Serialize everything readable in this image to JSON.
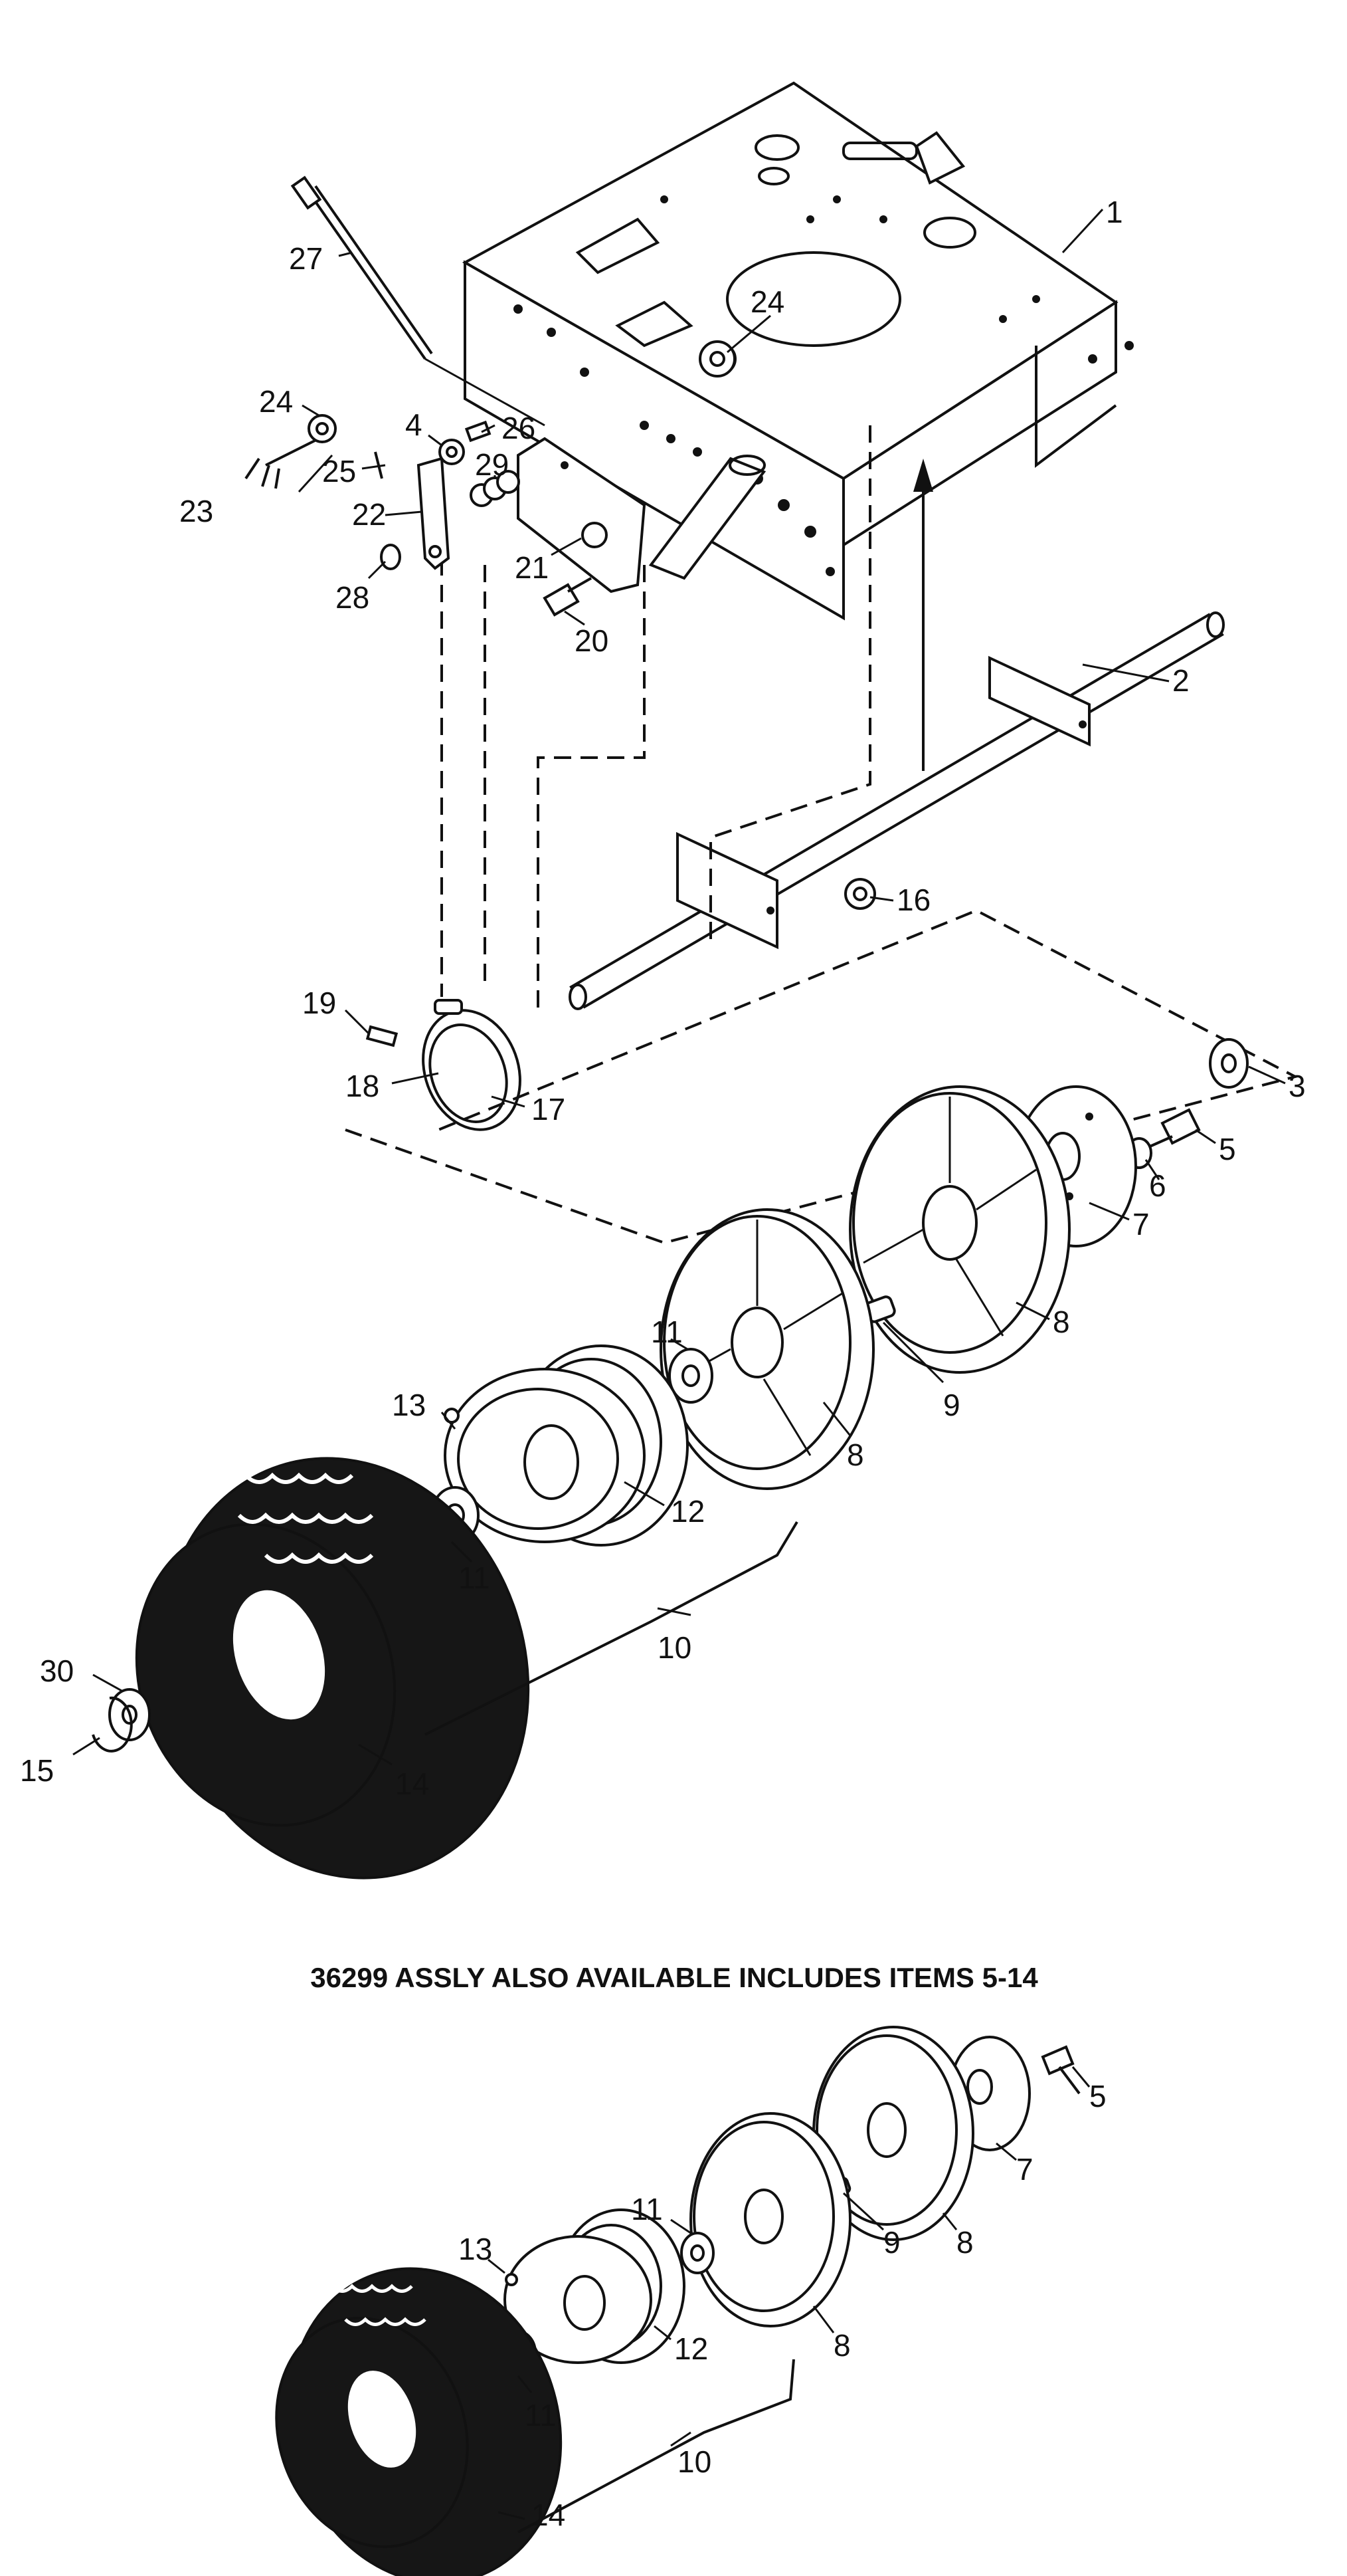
{
  "caption": "36299 ASSLY ALSO AVAILABLE INCLUDES ITEMS 5-14",
  "upper_callouts": {
    "c1": "1",
    "c2": "2",
    "c3": "3",
    "c4": "4",
    "c5": "5",
    "c6": "6",
    "c7": "7",
    "c8a": "8",
    "c8b": "8",
    "c9": "9",
    "c10": "10",
    "c11a": "11",
    "c11b": "11",
    "c12": "12",
    "c13": "13",
    "c14": "14",
    "c15": "15",
    "c16": "16",
    "c17": "17",
    "c18": "18",
    "c19": "19",
    "c20": "20",
    "c21": "21",
    "c22": "22",
    "c23": "23",
    "c24a": "24",
    "c24b": "24",
    "c25": "25",
    "c26": "26",
    "c27": "27",
    "c28": "28",
    "c29": "29",
    "c30": "30"
  },
  "lower_callouts": {
    "c5": "5",
    "c7": "7",
    "c8a": "8",
    "c8b": "8",
    "c9": "9",
    "c10": "10",
    "c11a": "11",
    "c11b": "11",
    "c12": "12",
    "c13": "13",
    "c14": "14"
  }
}
